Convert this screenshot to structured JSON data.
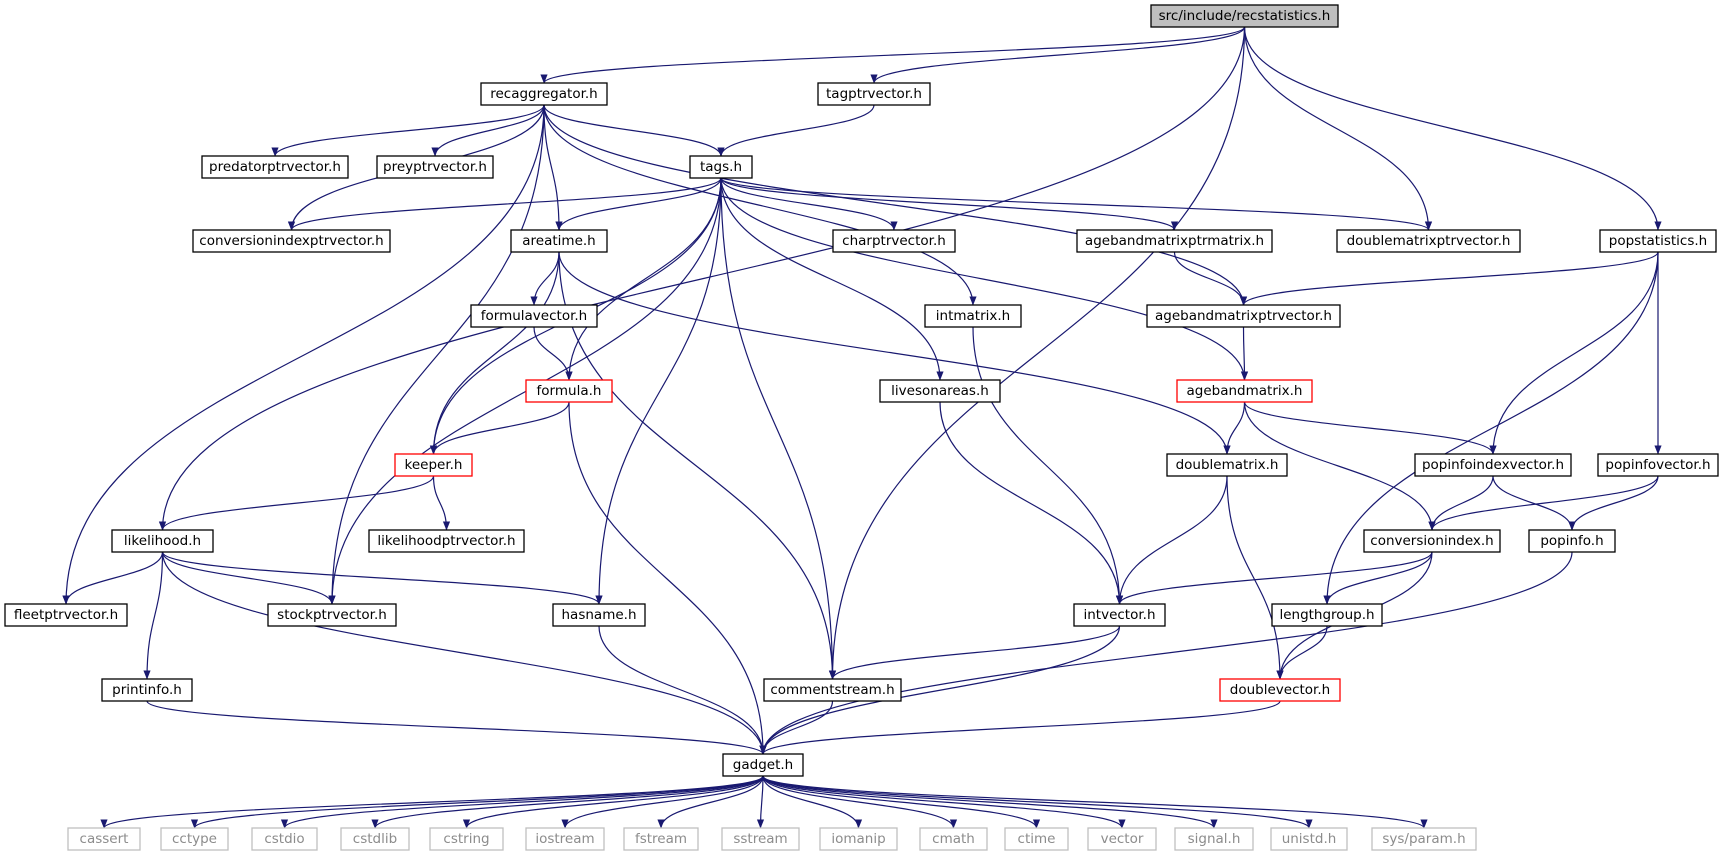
{
  "graph": {
    "title": "src/include/recstatistics.h",
    "colors": {
      "edge": "#191970",
      "border": "#000000",
      "border_red": "#ff0000",
      "border_gray": "#bfbfbf",
      "fill_root": "#bfbfbf",
      "fill": "#ffffff",
      "text": "#000000",
      "text_gray": "#8c8c8c"
    },
    "nodes": [
      {
        "id": "root",
        "label": "src/include/recstatistics.h",
        "style": "root"
      },
      {
        "id": "recaggregator",
        "label": "recaggregator.h",
        "style": "normal"
      },
      {
        "id": "tagptrvector",
        "label": "tagptrvector.h",
        "style": "normal"
      },
      {
        "id": "predatorptrvector",
        "label": "predatorptrvector.h",
        "style": "normal"
      },
      {
        "id": "preyptrvector",
        "label": "preyptrvector.h",
        "style": "normal"
      },
      {
        "id": "tags",
        "label": "tags.h",
        "style": "normal"
      },
      {
        "id": "conversionindexptrvector",
        "label": "conversionindexptrvector.h",
        "style": "normal"
      },
      {
        "id": "areatime",
        "label": "areatime.h",
        "style": "normal"
      },
      {
        "id": "charptrvector",
        "label": "charptrvector.h",
        "style": "normal"
      },
      {
        "id": "agebandmatrixptrmatrix",
        "label": "agebandmatrixptrmatrix.h",
        "style": "normal"
      },
      {
        "id": "doublematrixptrvector",
        "label": "doublematrixptrvector.h",
        "style": "normal"
      },
      {
        "id": "popstatistics",
        "label": "popstatistics.h",
        "style": "normal"
      },
      {
        "id": "formulavector",
        "label": "formulavector.h",
        "style": "normal"
      },
      {
        "id": "intmatrix",
        "label": "intmatrix.h",
        "style": "normal"
      },
      {
        "id": "agebandmatrixptrvector",
        "label": "agebandmatrixptrvector.h",
        "style": "normal"
      },
      {
        "id": "formula",
        "label": "formula.h",
        "style": "red"
      },
      {
        "id": "livesonareas",
        "label": "livesonareas.h",
        "style": "normal"
      },
      {
        "id": "agebandmatrix",
        "label": "agebandmatrix.h",
        "style": "red"
      },
      {
        "id": "keeper",
        "label": "keeper.h",
        "style": "red"
      },
      {
        "id": "doublematrix",
        "label": "doublematrix.h",
        "style": "normal"
      },
      {
        "id": "popinfoindexvector",
        "label": "popinfoindexvector.h",
        "style": "normal"
      },
      {
        "id": "popinfovector",
        "label": "popinfovector.h",
        "style": "normal"
      },
      {
        "id": "likelihood",
        "label": "likelihood.h",
        "style": "normal"
      },
      {
        "id": "likelihoodptrvector",
        "label": "likelihoodptrvector.h",
        "style": "normal"
      },
      {
        "id": "conversionindex",
        "label": "conversionindex.h",
        "style": "normal"
      },
      {
        "id": "popinfo",
        "label": "popinfo.h",
        "style": "normal"
      },
      {
        "id": "fleetptrvector",
        "label": "fleetptrvector.h",
        "style": "normal"
      },
      {
        "id": "stockptrvector",
        "label": "stockptrvector.h",
        "style": "normal"
      },
      {
        "id": "hasname",
        "label": "hasname.h",
        "style": "normal"
      },
      {
        "id": "intvector",
        "label": "intvector.h",
        "style": "normal"
      },
      {
        "id": "lengthgroup",
        "label": "lengthgroup.h",
        "style": "normal"
      },
      {
        "id": "printinfo",
        "label": "printinfo.h",
        "style": "normal"
      },
      {
        "id": "commentstream",
        "label": "commentstream.h",
        "style": "normal"
      },
      {
        "id": "doublevector",
        "label": "doublevector.h",
        "style": "red"
      },
      {
        "id": "gadget",
        "label": "gadget.h",
        "style": "normal"
      },
      {
        "id": "cassert",
        "label": "cassert",
        "style": "gray"
      },
      {
        "id": "cctype",
        "label": "cctype",
        "style": "gray"
      },
      {
        "id": "cstdio",
        "label": "cstdio",
        "style": "gray"
      },
      {
        "id": "cstdlib",
        "label": "cstdlib",
        "style": "gray"
      },
      {
        "id": "cstring",
        "label": "cstring",
        "style": "gray"
      },
      {
        "id": "iostream",
        "label": "iostream",
        "style": "gray"
      },
      {
        "id": "fstream",
        "label": "fstream",
        "style": "gray"
      },
      {
        "id": "sstream",
        "label": "sstream",
        "style": "gray"
      },
      {
        "id": "iomanip",
        "label": "iomanip",
        "style": "gray"
      },
      {
        "id": "cmath",
        "label": "cmath",
        "style": "gray"
      },
      {
        "id": "ctime",
        "label": "ctime",
        "style": "gray"
      },
      {
        "id": "vector",
        "label": "vector",
        "style": "gray"
      },
      {
        "id": "signal",
        "label": "signal.h",
        "style": "gray"
      },
      {
        "id": "unistd",
        "label": "unistd.h",
        "style": "gray"
      },
      {
        "id": "sysparam",
        "label": "sys/param.h",
        "style": "gray"
      }
    ],
    "edges": [
      [
        "root",
        "recaggregator"
      ],
      [
        "root",
        "tagptrvector"
      ],
      [
        "root",
        "likelihood"
      ],
      [
        "root",
        "doublematrixptrvector"
      ],
      [
        "root",
        "commentstream"
      ],
      [
        "root",
        "popstatistics"
      ],
      [
        "recaggregator",
        "tags"
      ],
      [
        "recaggregator",
        "predatorptrvector"
      ],
      [
        "recaggregator",
        "preyptrvector"
      ],
      [
        "recaggregator",
        "conversionindexptrvector"
      ],
      [
        "recaggregator",
        "areatime"
      ],
      [
        "recaggregator",
        "intmatrix"
      ],
      [
        "recaggregator",
        "agebandmatrixptrvector"
      ],
      [
        "recaggregator",
        "fleetptrvector"
      ],
      [
        "recaggregator",
        "stockptrvector"
      ],
      [
        "tagptrvector",
        "tags"
      ],
      [
        "tags",
        "conversionindexptrvector"
      ],
      [
        "tags",
        "areatime"
      ],
      [
        "tags",
        "charptrvector"
      ],
      [
        "tags",
        "agebandmatrixptrmatrix"
      ],
      [
        "tags",
        "doublematrixptrvector"
      ],
      [
        "tags",
        "formula"
      ],
      [
        "tags",
        "keeper"
      ],
      [
        "tags",
        "stockptrvector"
      ],
      [
        "tags",
        "hasname"
      ],
      [
        "tags",
        "commentstream"
      ],
      [
        "tags",
        "livesonareas"
      ],
      [
        "tags",
        "agebandmatrix"
      ],
      [
        "areatime",
        "formulavector"
      ],
      [
        "areatime",
        "keeper"
      ],
      [
        "areatime",
        "commentstream"
      ],
      [
        "areatime",
        "doublematrix"
      ],
      [
        "formulavector",
        "formula"
      ],
      [
        "formula",
        "keeper"
      ],
      [
        "formula",
        "gadget"
      ],
      [
        "keeper",
        "likelihood"
      ],
      [
        "keeper",
        "likelihoodptrvector"
      ],
      [
        "agebandmatrixptrmatrix",
        "agebandmatrixptrvector"
      ],
      [
        "agebandmatrixptrvector",
        "agebandmatrix"
      ],
      [
        "popstatistics",
        "agebandmatrixptrvector"
      ],
      [
        "popstatistics",
        "lengthgroup"
      ],
      [
        "popstatistics",
        "popinfoindexvector"
      ],
      [
        "popstatistics",
        "popinfovector"
      ],
      [
        "intmatrix",
        "intvector"
      ],
      [
        "livesonareas",
        "intvector"
      ],
      [
        "agebandmatrix",
        "doublematrix"
      ],
      [
        "agebandmatrix",
        "popinfoindexvector"
      ],
      [
        "agebandmatrix",
        "conversionindex"
      ],
      [
        "doublematrix",
        "intvector"
      ],
      [
        "doublematrix",
        "doublevector"
      ],
      [
        "popinfoindexvector",
        "conversionindex"
      ],
      [
        "popinfoindexvector",
        "popinfo"
      ],
      [
        "popinfovector",
        "conversionindex"
      ],
      [
        "popinfovector",
        "popinfo"
      ],
      [
        "likelihood",
        "fleetptrvector"
      ],
      [
        "likelihood",
        "stockptrvector"
      ],
      [
        "likelihood",
        "hasname"
      ],
      [
        "likelihood",
        "printinfo"
      ],
      [
        "likelihood",
        "gadget"
      ],
      [
        "conversionindex",
        "intvector"
      ],
      [
        "conversionindex",
        "lengthgroup"
      ],
      [
        "conversionindex",
        "doublevector"
      ],
      [
        "popinfo",
        "gadget"
      ],
      [
        "hasname",
        "gadget"
      ],
      [
        "intvector",
        "commentstream"
      ],
      [
        "intvector",
        "gadget"
      ],
      [
        "lengthgroup",
        "doublevector"
      ],
      [
        "printinfo",
        "gadget"
      ],
      [
        "commentstream",
        "gadget"
      ],
      [
        "doublevector",
        "gadget"
      ],
      [
        "gadget",
        "cassert"
      ],
      [
        "gadget",
        "cctype"
      ],
      [
        "gadget",
        "cstdio"
      ],
      [
        "gadget",
        "cstdlib"
      ],
      [
        "gadget",
        "cstring"
      ],
      [
        "gadget",
        "iostream"
      ],
      [
        "gadget",
        "fstream"
      ],
      [
        "gadget",
        "sstream"
      ],
      [
        "gadget",
        "iomanip"
      ],
      [
        "gadget",
        "cmath"
      ],
      [
        "gadget",
        "ctime"
      ],
      [
        "gadget",
        "vector"
      ],
      [
        "gadget",
        "signal"
      ],
      [
        "gadget",
        "unistd"
      ],
      [
        "gadget",
        "sysparam"
      ]
    ]
  }
}
